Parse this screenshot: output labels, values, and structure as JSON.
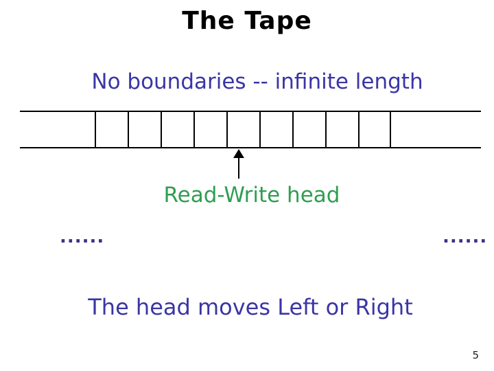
{
  "slide": {
    "title": "The Tape",
    "subtitle": "No boundaries -- infinite length",
    "tape": {
      "left_ellipsis": "......",
      "right_ellipsis": "......",
      "cell_count": 9
    },
    "head_pointer_label": "Read-Write head",
    "movement_label": "The head moves Left or Right",
    "page_number": "5"
  },
  "colors": {
    "title_text": "#000000",
    "blue_text": "#3a35a5",
    "green_text": "#2f9e50",
    "dots": "#3a3384",
    "tape_line": "#000000"
  }
}
